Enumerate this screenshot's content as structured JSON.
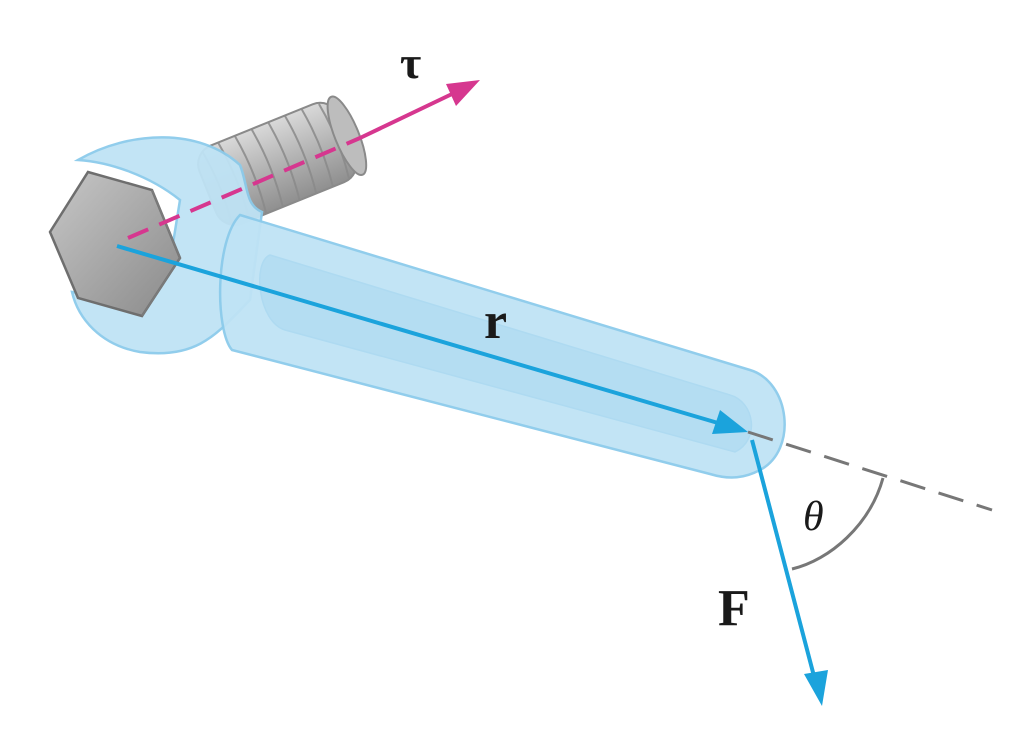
{
  "labels": {
    "torque": "τ",
    "position": "r",
    "force": "F",
    "angle": "θ"
  },
  "colors": {
    "torque_vector": "#d6378f",
    "position_vector": "#1ba3dc",
    "force_vector": "#1ba3dc",
    "wrench_fill": "#bfe3f5",
    "wrench_edge": "#8ccbeb",
    "bolt_head": "#a9a9a9",
    "bolt_thread": "#b8b8b8",
    "dashed_line": "#777777",
    "angle_arc": "#777777"
  }
}
